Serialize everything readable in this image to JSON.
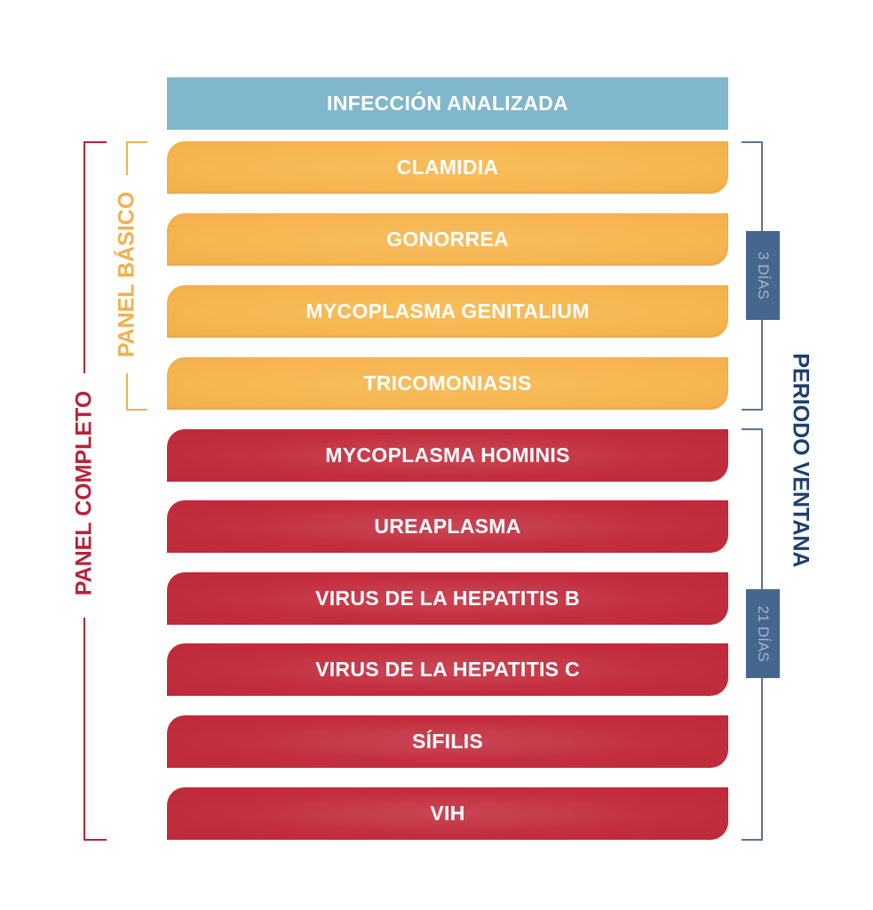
{
  "header": "INFECCIÓN ANALIZADA",
  "basic_infections": [
    "CLAMIDIA",
    "GONORREA",
    "MYCOPLASMA GENITALIUM",
    "TRICOMONIASIS"
  ],
  "extra_infections": [
    "MYCOPLASMA HOMINIS",
    "UREAPLASMA",
    "VIRUS DE LA HEPATITIS B",
    "VIRUS DE LA HEPATITIS C",
    "SÍFILIS",
    "VIH"
  ],
  "labels": {
    "panel_basico": "PANEL BÁSICO",
    "panel_completo": "PANEL COMPLETO",
    "periodo_ventana": "PERIODO VENTANA",
    "dias_3": "3 DÍAS",
    "dias_21": "21 DÍAS"
  },
  "colors": {
    "header": "#80b7cb",
    "basic": "#f4b04b",
    "complete": "#c32e3e",
    "window": "#1d3f6e",
    "day_box": "#45668e"
  }
}
